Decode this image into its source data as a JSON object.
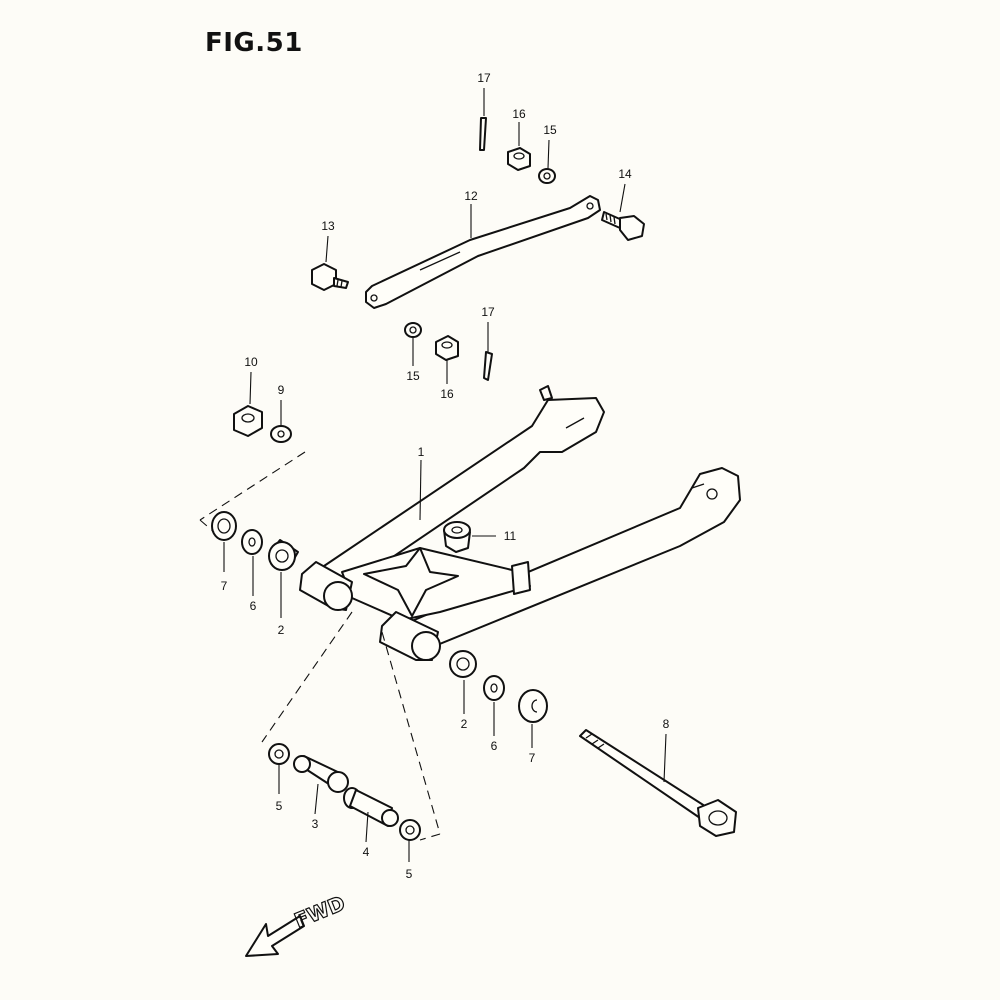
{
  "figure": {
    "title": "FIG.51"
  },
  "direction_label": "FWD",
  "callouts": [
    {
      "id": "c17a",
      "label": "17"
    },
    {
      "id": "c16a",
      "label": "16"
    },
    {
      "id": "c15a",
      "label": "15"
    },
    {
      "id": "c14",
      "label": "14"
    },
    {
      "id": "c12",
      "label": "12"
    },
    {
      "id": "c13",
      "label": "13"
    },
    {
      "id": "c17b",
      "label": "17"
    },
    {
      "id": "c15b",
      "label": "15"
    },
    {
      "id": "c16b",
      "label": "16"
    },
    {
      "id": "c10",
      "label": "10"
    },
    {
      "id": "c9",
      "label": "9"
    },
    {
      "id": "c1",
      "label": "1"
    },
    {
      "id": "c11",
      "label": "11"
    },
    {
      "id": "c7a",
      "label": "7"
    },
    {
      "id": "c6a",
      "label": "6"
    },
    {
      "id": "c2a",
      "label": "2"
    },
    {
      "id": "c8",
      "label": "8"
    },
    {
      "id": "c2b",
      "label": "2"
    },
    {
      "id": "c6b",
      "label": "6"
    },
    {
      "id": "c7b",
      "label": "7"
    },
    {
      "id": "c5a",
      "label": "5"
    },
    {
      "id": "c3",
      "label": "3"
    },
    {
      "id": "c4",
      "label": "4"
    },
    {
      "id": "c5b",
      "label": "5"
    }
  ]
}
